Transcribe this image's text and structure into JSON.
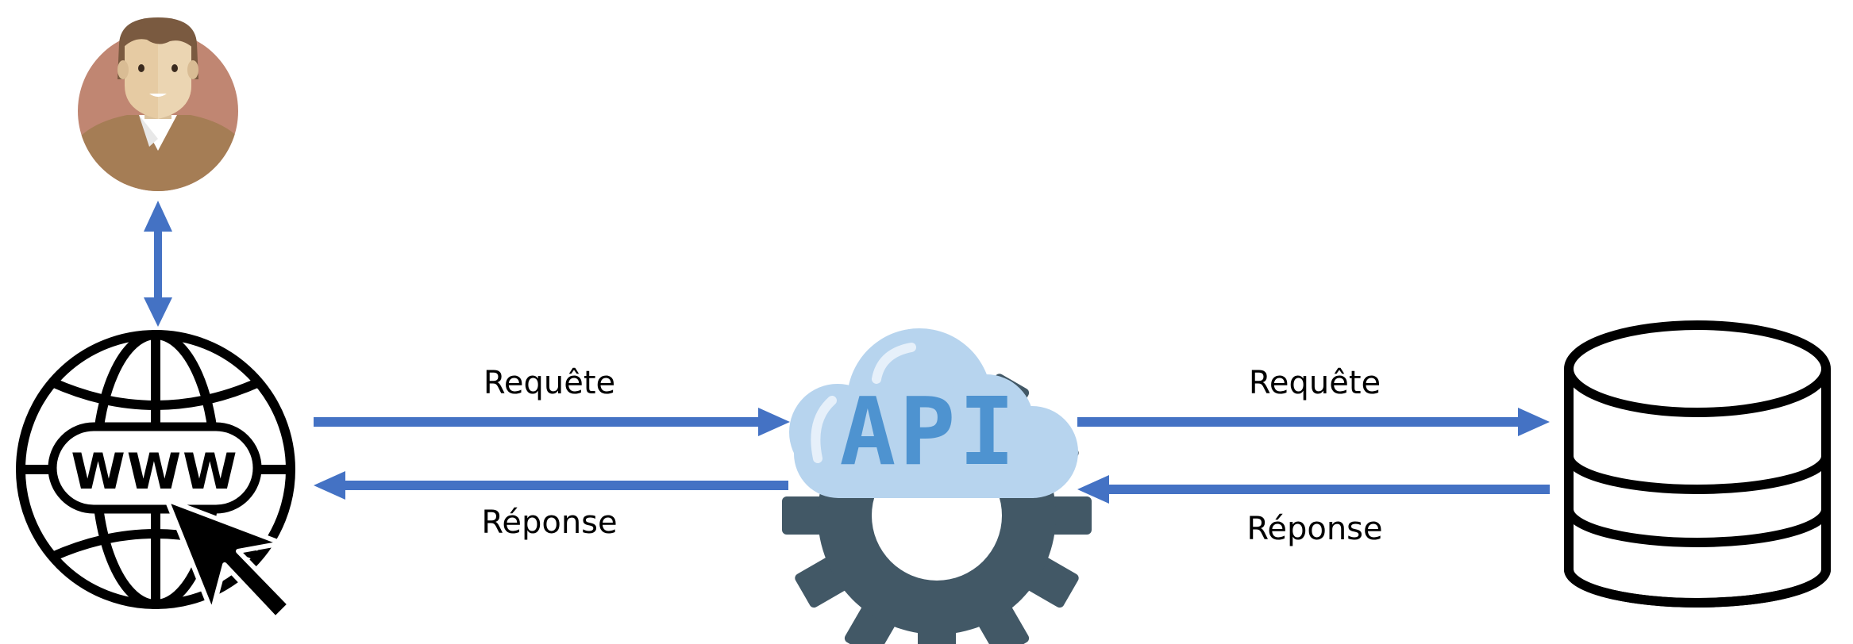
{
  "labels": {
    "client_api_request": "Requête",
    "client_api_response": "Réponse",
    "api_db_request": "Requête",
    "api_db_response": "Réponse"
  },
  "api_icon": {
    "text": "API",
    "icon": "cloud-gear-icon"
  },
  "icons": {
    "user": "user-avatar-icon",
    "website": "www-globe-icon",
    "cursor": "mouse-cursor-icon",
    "database": "database-icon"
  },
  "colors": {
    "arrow": "#4472C4",
    "cloud": "#B7D4EE",
    "api_text": "#4E93D0",
    "gear": "#425866",
    "avatar_bg": "#C08672",
    "outline": "#000000"
  }
}
